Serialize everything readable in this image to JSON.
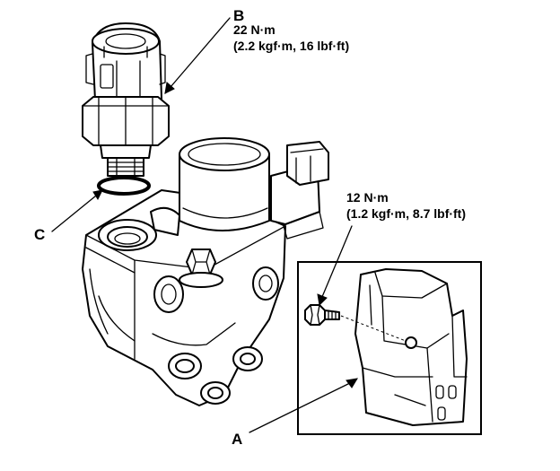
{
  "labels": {
    "a": "A",
    "b": "B",
    "c": "C"
  },
  "torque_b": {
    "nm": "22 N·m",
    "alt": "(2.2 kgf·m, 16 lbf·ft)"
  },
  "torque_bolt": {
    "nm": "12 N·m",
    "alt": "(1.2 kgf·m, 8.7 lbf·ft)"
  }
}
